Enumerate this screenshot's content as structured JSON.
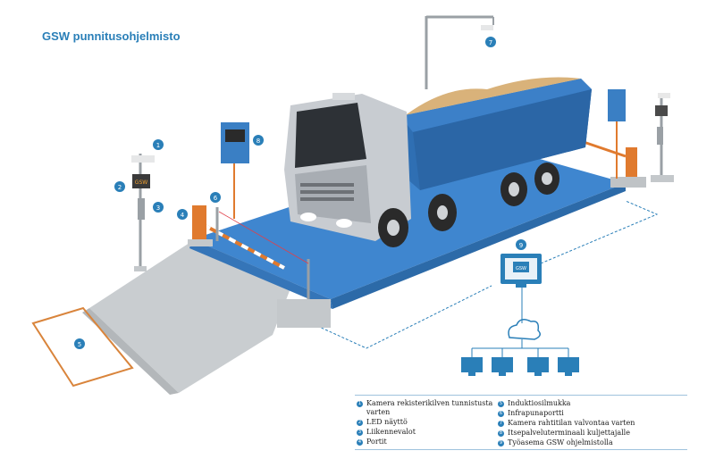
{
  "title": "GSW punnitusohjelmisto",
  "badges": {
    "b1": "1",
    "b2": "2",
    "b3": "3",
    "b4": "4",
    "b5": "5",
    "b6": "6",
    "b7": "7",
    "b8": "8",
    "b9": "9"
  },
  "monitor_label": "GSW",
  "led_label": "GSW",
  "legend": {
    "left": [
      {
        "num": "1",
        "text": "Kamera rekisterikilven tunnistusta varten"
      },
      {
        "num": "2",
        "text": "LED näyttö"
      },
      {
        "num": "3",
        "text": "Liikennevalot"
      },
      {
        "num": "4",
        "text": "Portit"
      }
    ],
    "right": [
      {
        "num": "5",
        "text": "Induktiosilmukka"
      },
      {
        "num": "6",
        "text": "Infrapunaportti"
      },
      {
        "num": "7",
        "text": "Kamera rahtitilan valvontaa varten"
      },
      {
        "num": "8",
        "text": "Itsepalveluterminaali kuljettajalle"
      },
      {
        "num": "9",
        "text": "Työasema GSW ohjelmistolla"
      }
    ]
  },
  "colors": {
    "accent": "#2a7fb8",
    "platform": "#3f86cf",
    "truck_body": "#2f6fb3",
    "cab": "#c8ccd1",
    "loop": "#d9843b",
    "barrier": "#e07a2e"
  }
}
